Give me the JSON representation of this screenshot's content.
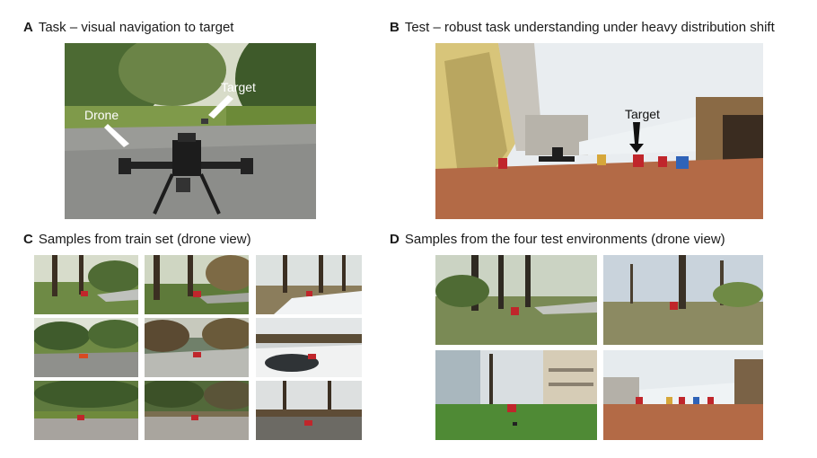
{
  "panels": {
    "a": {
      "letter": "A",
      "title": "Task – visual navigation to target",
      "drone_label": "Drone",
      "target_label": "Target"
    },
    "b": {
      "letter": "B",
      "title": "Test – robust task understanding under heavy distribution shift",
      "target_label": "Target"
    },
    "c": {
      "letter": "C",
      "title": "Samples from train set (drone view)"
    },
    "d": {
      "letter": "D",
      "title": "Samples from the four test environments (drone view)"
    }
  },
  "colors": {
    "target_red": "#c0262b",
    "sky": "#e6ecef",
    "grass": "#6f8a3c",
    "asphalt": "#8d8e8c",
    "brick": "#b36a46"
  }
}
